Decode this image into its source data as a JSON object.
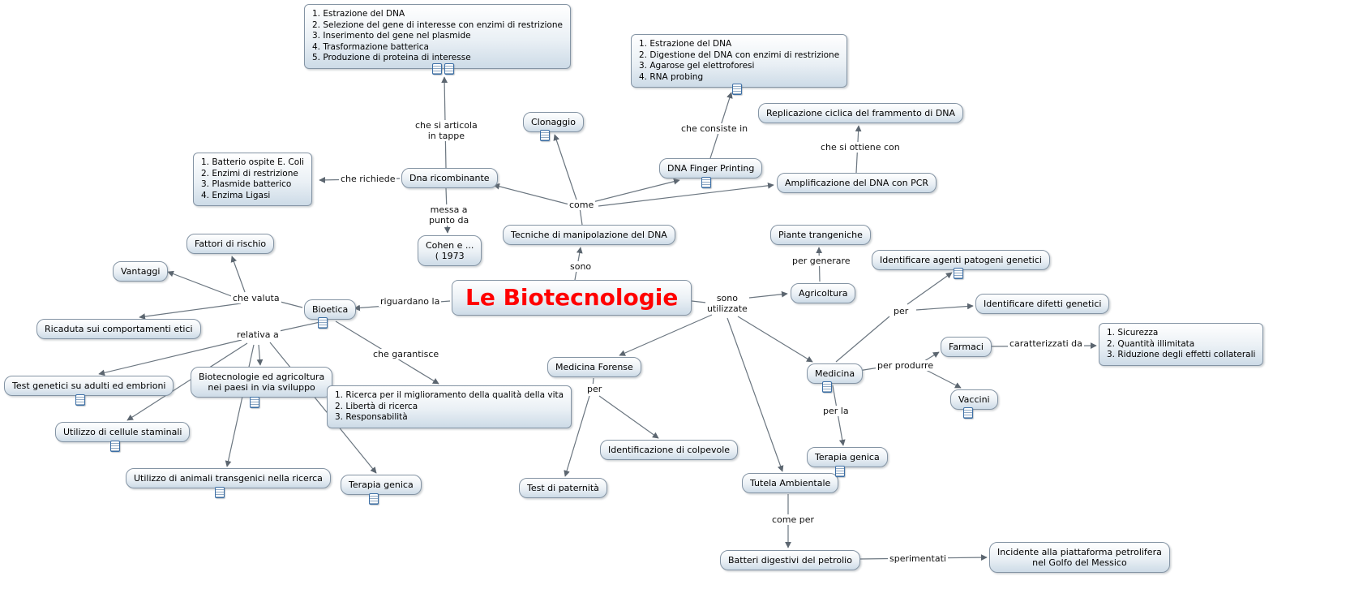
{
  "title": "Le Biotecnologie",
  "colors": {
    "title_text": "#ff0000",
    "node_fill_bottom": "#cddbe7",
    "node_border": "#8494a4",
    "edge": "#6b7680"
  },
  "icons": {
    "resource": "document-icon"
  },
  "nodes": {
    "steps_dna_ricombinante": {
      "label": "1. Estrazione del DNA\n2. Selezione del gene di interesse con enzimi di restrizione\n3. Inserimento del gene nel plasmide\n4. Trasformazione batterica\n5. Produzione di proteina di interesse"
    },
    "clonaggio": {
      "label": "Clonaggio"
    },
    "steps_finger_printing": {
      "label": "1. Estrazione del DNA\n2. Digestione del DNA con enzimi di restrizione\n3. Agarose gel elettroforesi\n4. RNA probing"
    },
    "replicazione": {
      "label": "Replicazione ciclica del frammento di DNA"
    },
    "requisiti": {
      "label": "1. Batterio ospite E. Coli\n2. Enzimi di restrizione\n3. Plasmide batterico\n4. Enzima Ligasi"
    },
    "dna_ricombinante": {
      "label": "Dna ricombinante"
    },
    "dna_finger_printing": {
      "label": "DNA Finger Printing"
    },
    "amplificazione_pcr": {
      "label": "Amplificazione del DNA con PCR"
    },
    "cohen": {
      "label": "Cohen e ...\n( 1973"
    },
    "tecniche": {
      "label": "Tecniche di manipolazione del DNA"
    },
    "piante_trangeniche": {
      "label": "Piante trangeniche"
    },
    "fattori_di_rischio": {
      "label": "Fattori di rischio"
    },
    "vantaggi": {
      "label": "Vantaggi"
    },
    "agenti_patogeni": {
      "label": "Identificare agenti patogeni genetici"
    },
    "agricoltura": {
      "label": "Agricoltura"
    },
    "biotecnologie": {
      "label": "Le Biotecnologie"
    },
    "difetti_genetici": {
      "label": "Identificare difetti genetici"
    },
    "ricaduta": {
      "label": "Ricaduta sui comportamenti etici"
    },
    "bioetica": {
      "label": "Bioetica"
    },
    "caratteristiche_farmaci": {
      "label": "1. Sicurezza\n2. Quantità illimitata\n3. Riduzione degli effetti collaterali"
    },
    "farmaci": {
      "label": "Farmaci"
    },
    "medicina_forense": {
      "label": "Medicina Forense"
    },
    "test_genetici": {
      "label": "Test genetici su adulti ed embrioni"
    },
    "biotec_agricoltura": {
      "label": "Biotecnologie ed agricoltura\nnei paesi in via sviluppo"
    },
    "medicina": {
      "label": "Medicina"
    },
    "garanzie": {
      "label": "1. Ricerca per il miglioramento della qualità della vita\n2. Libertà di ricerca\n3. Responsabilità"
    },
    "vaccini": {
      "label": "Vaccini"
    },
    "cellule_staminali": {
      "label": "Utilizzo di cellule staminali"
    },
    "identificazione_colpevole": {
      "label": "Identificazione di colpevole"
    },
    "terapia_genica_medicina": {
      "label": "Terapia genica"
    },
    "animali_transgenici": {
      "label": "Utilizzo di animali transgenici nella ricerca"
    },
    "terapia_genica_bioetica": {
      "label": "Terapia genica"
    },
    "test_paternita": {
      "label": "Test di paternità"
    },
    "tutela_ambientale": {
      "label": "Tutela Ambientale"
    },
    "batteri_petrolio": {
      "label": "Batteri digestivi del petrolio"
    },
    "incidente_golfo": {
      "label": "Incidente alla piattaforma petrolifera\nnel Golfo del Messico"
    }
  },
  "links": {
    "articola_tappe": "che si articola\nin tappe",
    "consiste_in": "che consiste in",
    "ottiene_con": "che si ottiene con",
    "richiede": "che richiede",
    "come": "come",
    "messa_a_punto": "messa a\npunto da",
    "sono": "sono",
    "per_generare": "per generare",
    "che_valuta": "che valuta",
    "riguardano_la": "riguardano la",
    "sono_utilizzate": "sono\nutilizzate",
    "per_identificare": "per",
    "relativa_a": "relativa a",
    "che_garantisce": "che garantisce",
    "caratterizzati_da": "caratterizzati da",
    "per_forense": "per",
    "per_produrre": "per produrre",
    "per_la": "per la",
    "come_per": "come per",
    "sperimentati": "sperimentati"
  }
}
